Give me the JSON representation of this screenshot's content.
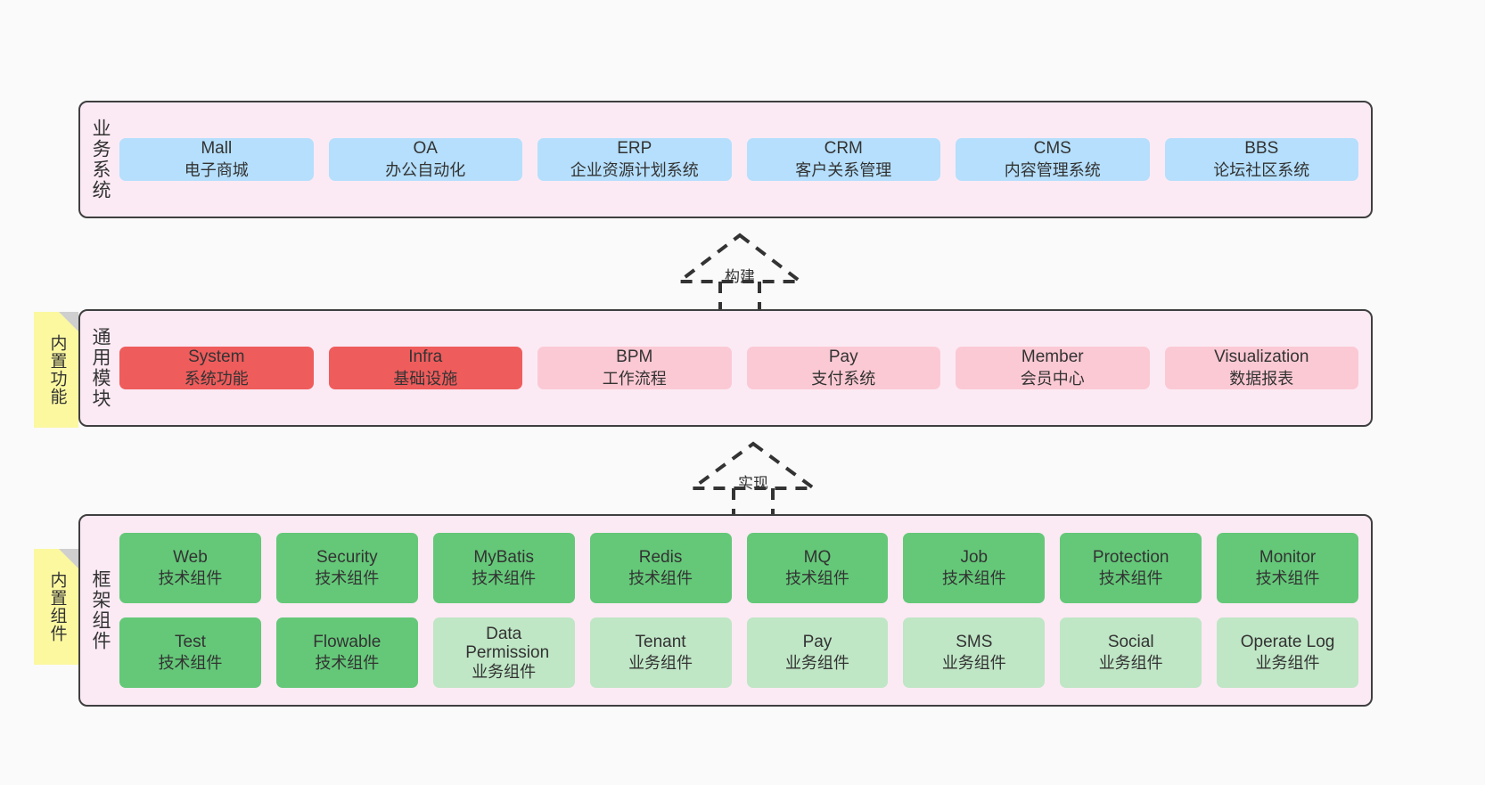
{
  "diagram": {
    "background": "#fafafa",
    "layer_fill": "#fbeaf4",
    "layer_border": "#3f3f3f",
    "note_fill": "#fbf8a0",
    "colors": {
      "business_card": "#b5dffc",
      "module_core": "#ef5c5c",
      "module_soft": "#fbc9d4",
      "tech_component": "#64c878",
      "service_component": "#bfe6c5"
    }
  },
  "layers": {
    "business": {
      "caption": "业务系统",
      "cards": [
        {
          "title": "Mall",
          "subtitle": "电子商城"
        },
        {
          "title": "OA",
          "subtitle": "办公自动化"
        },
        {
          "title": "ERP",
          "subtitle": "企业资源计划系统"
        },
        {
          "title": "CRM",
          "subtitle": "客户关系管理"
        },
        {
          "title": "CMS",
          "subtitle": "内容管理系统"
        },
        {
          "title": "BBS",
          "subtitle": "论坛社区系统"
        }
      ]
    },
    "modules": {
      "caption": "通用模块",
      "note": "内置功能",
      "cards": [
        {
          "title": "System",
          "subtitle": "系统功能",
          "style": "mod-core"
        },
        {
          "title": "Infra",
          "subtitle": "基础设施",
          "style": "mod-core"
        },
        {
          "title": "BPM",
          "subtitle": "工作流程",
          "style": "mod-soft"
        },
        {
          "title": "Pay",
          "subtitle": "支付系统",
          "style": "mod-soft"
        },
        {
          "title": "Member",
          "subtitle": "会员中心",
          "style": "mod-soft"
        },
        {
          "title": "Visualization",
          "subtitle": "数据报表",
          "style": "mod-soft"
        }
      ]
    },
    "framework": {
      "caption": "框架组件",
      "note": "内置组件",
      "row1": [
        {
          "title": "Web",
          "subtitle": "技术组件"
        },
        {
          "title": "Security",
          "subtitle": "技术组件"
        },
        {
          "title": "MyBatis",
          "subtitle": "技术组件"
        },
        {
          "title": "Redis",
          "subtitle": "技术组件"
        },
        {
          "title": "MQ",
          "subtitle": "技术组件"
        },
        {
          "title": "Job",
          "subtitle": "技术组件"
        },
        {
          "title": "Protection",
          "subtitle": "技术组件"
        },
        {
          "title": "Monitor",
          "subtitle": "技术组件"
        }
      ],
      "row2": [
        {
          "title": "Test",
          "subtitle": "技术组件",
          "style": "tech"
        },
        {
          "title": "Flowable",
          "subtitle": "技术组件",
          "style": "tech"
        },
        {
          "title": "Data Permission",
          "subtitle": "业务组件",
          "style": "service"
        },
        {
          "title": "Tenant",
          "subtitle": "业务组件",
          "style": "service"
        },
        {
          "title": "Pay",
          "subtitle": "业务组件",
          "style": "service"
        },
        {
          "title": "SMS",
          "subtitle": "业务组件",
          "style": "service"
        },
        {
          "title": "Social",
          "subtitle": "业务组件",
          "style": "service"
        },
        {
          "title": "Operate Log",
          "subtitle": "业务组件",
          "style": "service"
        }
      ]
    }
  },
  "connectors": [
    {
      "label": "构建",
      "from": "通用模块",
      "to": "业务系统"
    },
    {
      "label": "实现",
      "from": "框架组件",
      "to": "通用模块"
    }
  ]
}
